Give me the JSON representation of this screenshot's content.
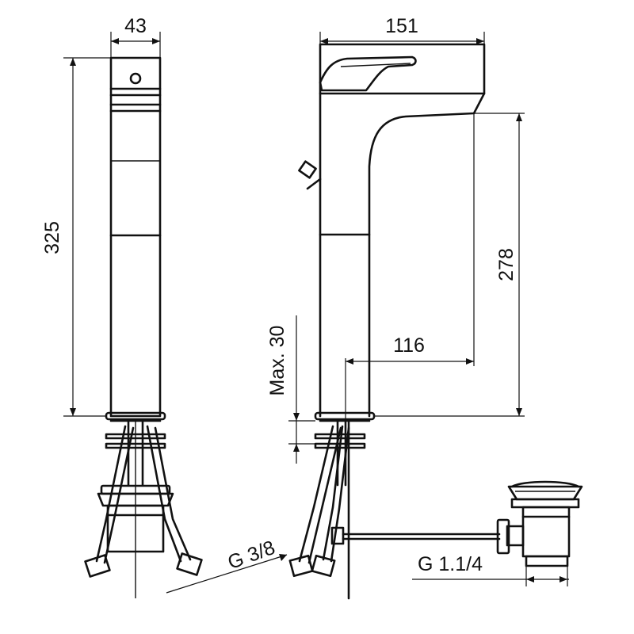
{
  "drawing": {
    "dimensions": {
      "width_side": "43",
      "height_total": "325",
      "width_front": "151",
      "spout_height": "278",
      "spout_reach": "116",
      "max_deck": "Max. 30",
      "inlet_thread": "G 3/8",
      "waste_thread": "G 1.1/4"
    }
  }
}
